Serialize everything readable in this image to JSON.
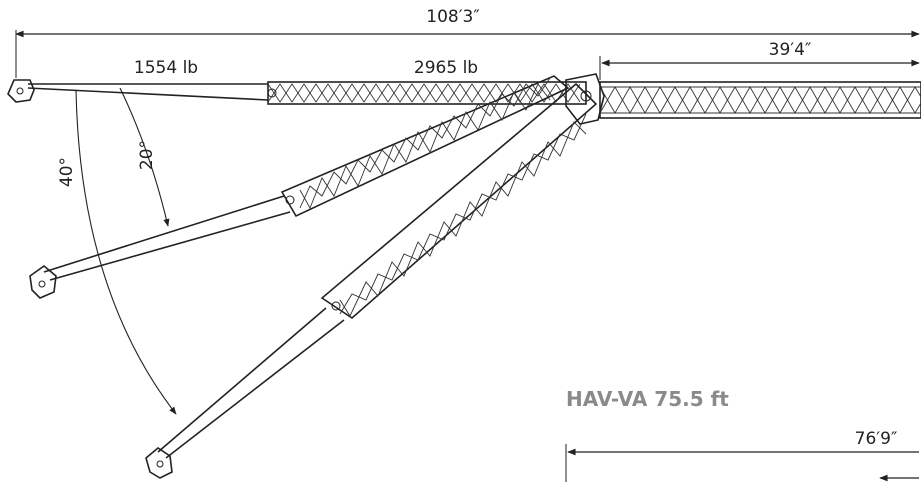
{
  "dimensions": {
    "overall_length": "108′3″",
    "extension_length": "39′4″",
    "lower_length": "76′9″"
  },
  "weights": {
    "tip_section": "1554 lb",
    "lattice_section": "2965 lb"
  },
  "angles": {
    "small": "20°",
    "large": "40°"
  },
  "title": "HAV-VA 75.5 ft"
}
